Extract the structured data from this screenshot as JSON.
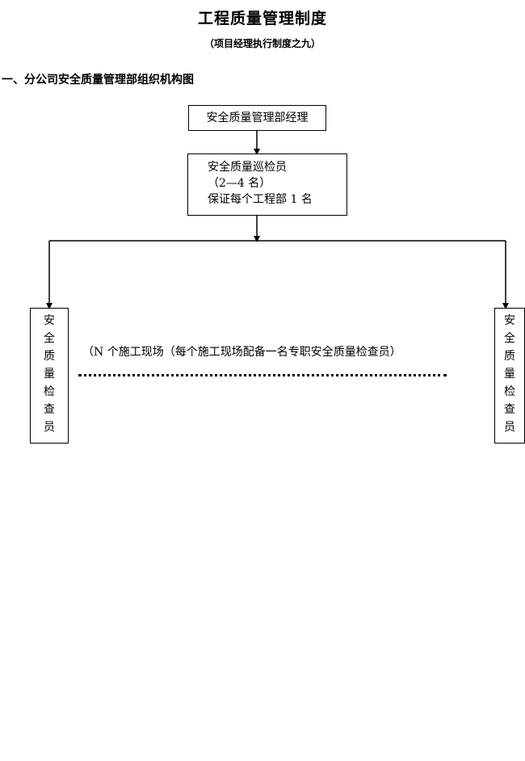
{
  "document": {
    "title": "工程质量管理制度",
    "subtitle": "（项目经理执行制度之九）",
    "section_heading": "一、分公司安全质量管理部组织机构图"
  },
  "org_chart": {
    "manager_box": "安全质量管理部经理",
    "inspector_box": {
      "line1": "安全质量巡检员",
      "line2": "（2—4 名）",
      "line3": "保证每个工程部 1 名"
    },
    "left_box_chars": [
      "安",
      "全",
      "质",
      "量",
      "检",
      "查",
      "员"
    ],
    "right_box_chars": [
      "安",
      "全",
      "质",
      "量",
      "检",
      "查",
      "员"
    ],
    "middle_text": "（N 个施工现场（每个施工现场配备一名专职安全质量检查员）"
  }
}
